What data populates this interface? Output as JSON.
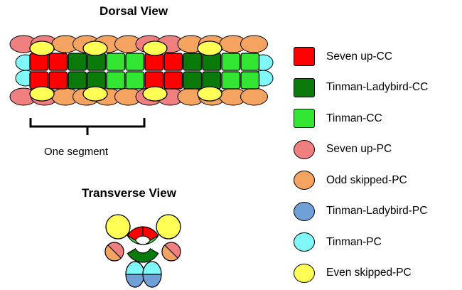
{
  "dorsal_view": {
    "title": "Dorsal View",
    "segment_label": "One segment"
  },
  "transverse_view": {
    "title": "Transverse View"
  },
  "colors": {
    "seven_up_cc": "#ff0000",
    "tinman_ladybird_cc": "#0a7a0a",
    "tinman_cc": "#33e633",
    "seven_up_pc": "#f08080",
    "odd_skipped_pc": "#f4a460",
    "tinman_ladybird_pc": "#6fa0d8",
    "tinman_pc": "#80f8f8",
    "even_skipped_pc": "#ffff55"
  },
  "legend": [
    {
      "label": "Seven up-CC",
      "color": "#ff0000",
      "shape": "square"
    },
    {
      "label": "Tinman-Ladybird-CC",
      "color": "#0a7a0a",
      "shape": "square"
    },
    {
      "label": "Tinman-CC",
      "color": "#33e633",
      "shape": "square"
    },
    {
      "label": "Seven up-PC",
      "color": "#f08080",
      "shape": "oval"
    },
    {
      "label": "Odd skipped-PC",
      "color": "#f4a460",
      "shape": "oval"
    },
    {
      "label": "Tinman-Ladybird-PC",
      "color": "#6fa0d8",
      "shape": "oval"
    },
    {
      "label": "Tinman-PC",
      "color": "#80f8f8",
      "shape": "oval"
    },
    {
      "label": "Even skipped-PC",
      "color": "#ffff55",
      "shape": "oval"
    }
  ]
}
